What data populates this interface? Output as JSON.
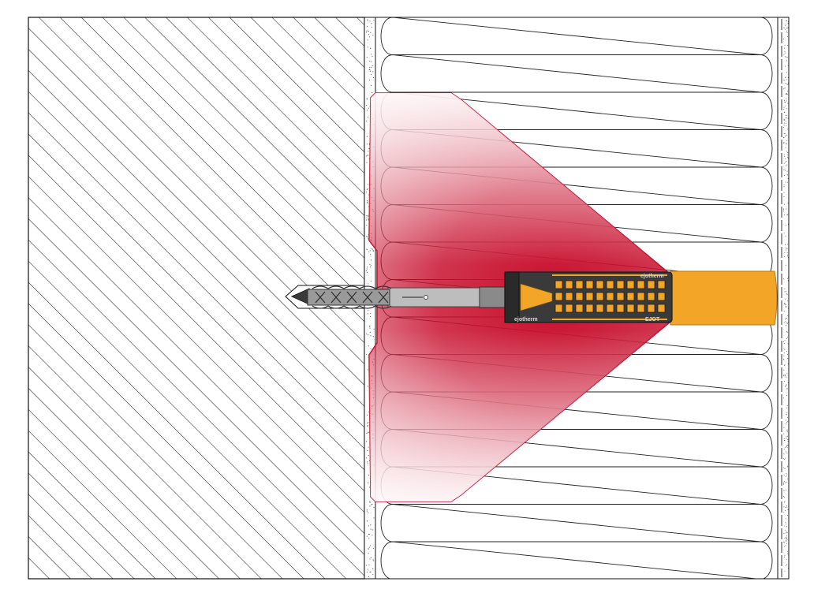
{
  "diagram": {
    "components": {
      "masonry_wall": {
        "icon": "hatch-pattern"
      },
      "adhesive_layer": {
        "icon": "speckle-pattern"
      },
      "insulation_board": {
        "icon": "quilt-wave-pattern"
      },
      "load_zone": {
        "icon": "gradient-fan"
      },
      "anchor_screw": {
        "icon": "screw-icon"
      },
      "anchor_sleeve": {
        "icon": "sleeve-icon"
      },
      "insulation_plug": {
        "icon": "plug-icon"
      },
      "render_layer": {
        "icon": "speckle-pattern"
      }
    },
    "sleeve_text": {
      "top": "ejotherm",
      "bottom_left": "ejotherm",
      "bottom_right": "EJOT"
    },
    "colors": {
      "outline": "#111111",
      "hatch": "#222222",
      "load_zone_edge": "#c8102e",
      "load_zone_fill": "#c8102e",
      "anchor_dark": "#3a3a3a",
      "anchor_mid": "#8a8a8a",
      "anchor_light": "#cfcfcf",
      "insulation_plug": "#f2a526",
      "sleeve_window": "#f2a526",
      "background": "#ffffff"
    }
  }
}
